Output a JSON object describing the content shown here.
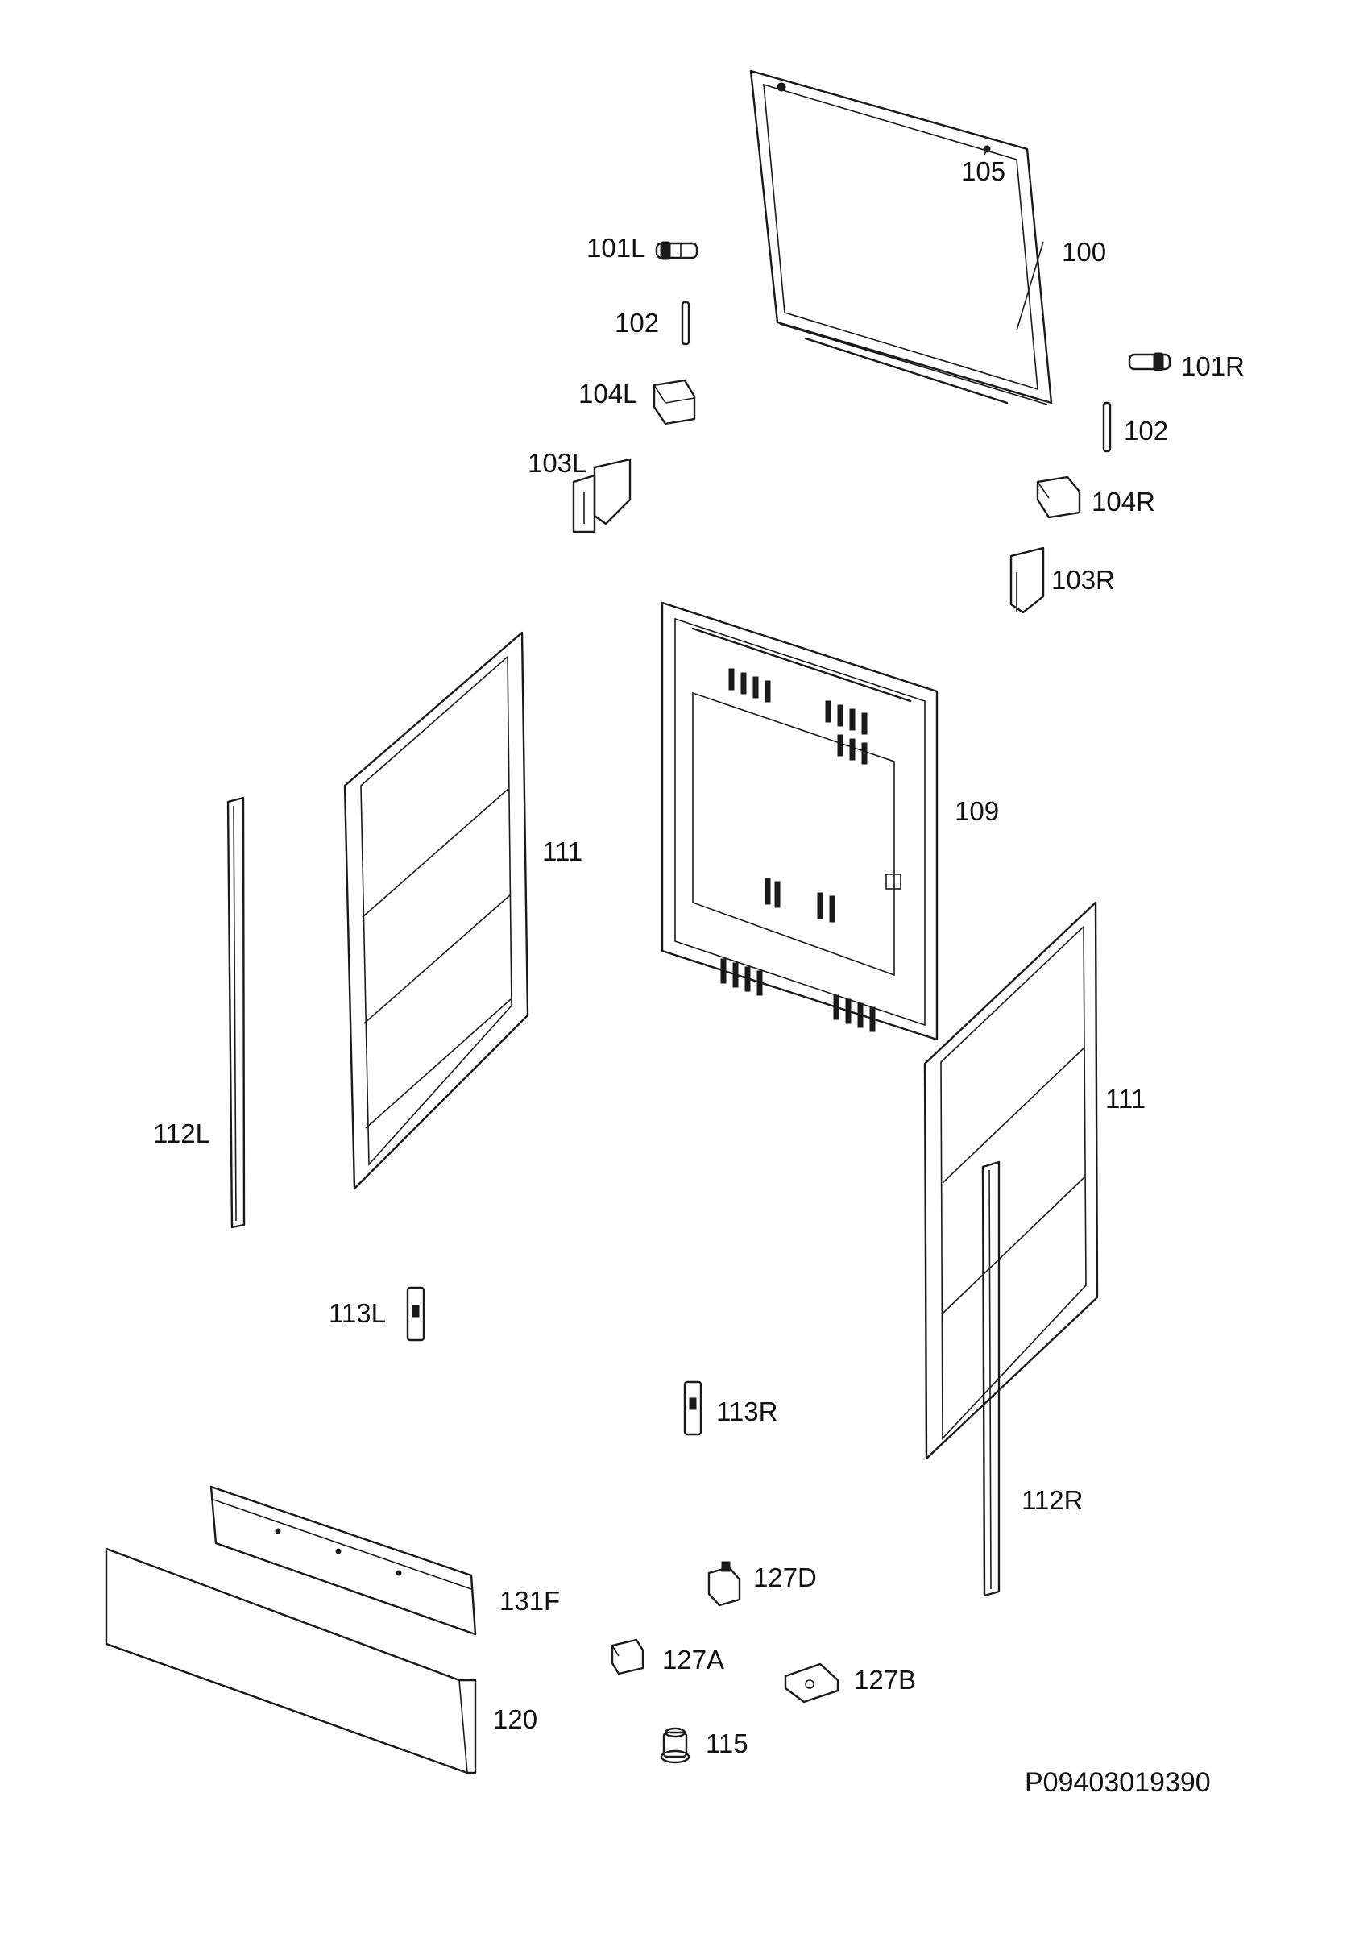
{
  "diagram_code": "P09403019390",
  "labels": {
    "l100": "100",
    "l105": "105",
    "l101L": "101L",
    "l101R": "101R",
    "l102a": "102",
    "l102b": "102",
    "l104L": "104L",
    "l104R": "104R",
    "l103L": "103L",
    "l103R": "103R",
    "l109": "109",
    "l111a": "111",
    "l111b": "111",
    "l112L": "112L",
    "l112R": "112R",
    "l113L": "113L",
    "l113R": "113R",
    "l131F": "131F",
    "l120": "120",
    "l127D": "127D",
    "l127A": "127A",
    "l127B": "127B",
    "l115": "115"
  }
}
